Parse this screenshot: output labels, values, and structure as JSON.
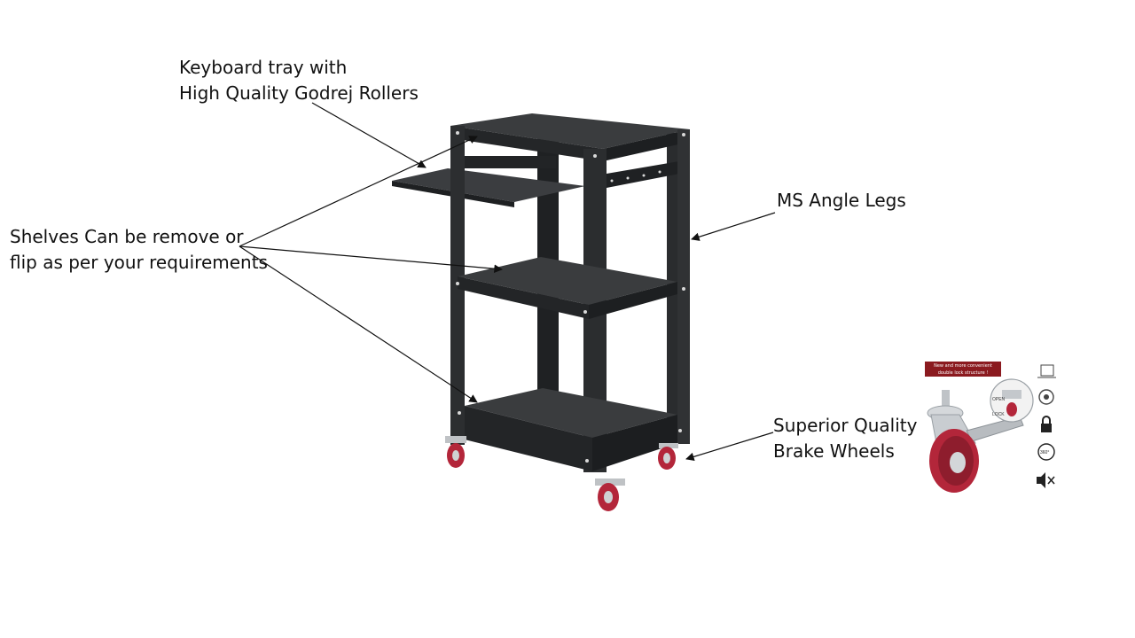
{
  "callouts": {
    "keyboard_tray": {
      "line1": "Keyboard tray with",
      "line2": "High Quality Godrej Rollers"
    },
    "shelves": {
      "line1": "Shelves Can be remove or",
      "line2": "flip as per your requirements"
    },
    "legs": {
      "line1": "MS Angle Legs"
    },
    "wheels": {
      "line1": "Superior Quality",
      "line2": "Brake Wheels"
    }
  },
  "caster_inset": {
    "banner_line1": "New and more convenient",
    "banner_line2": "double lock structure !",
    "lock_labels": [
      "OPEN",
      "LOCK"
    ],
    "feature_icons": [
      "load-capacity-icon",
      "wear-resistant-icon",
      "lock-icon",
      "rotate-360-icon",
      "silent-icon"
    ],
    "rotate_label": "360°"
  },
  "colors": {
    "cart_body": "#2b2d2f",
    "wheel_red": "#b3263a",
    "banner_red": "#8b1a1f",
    "text": "#111111"
  }
}
